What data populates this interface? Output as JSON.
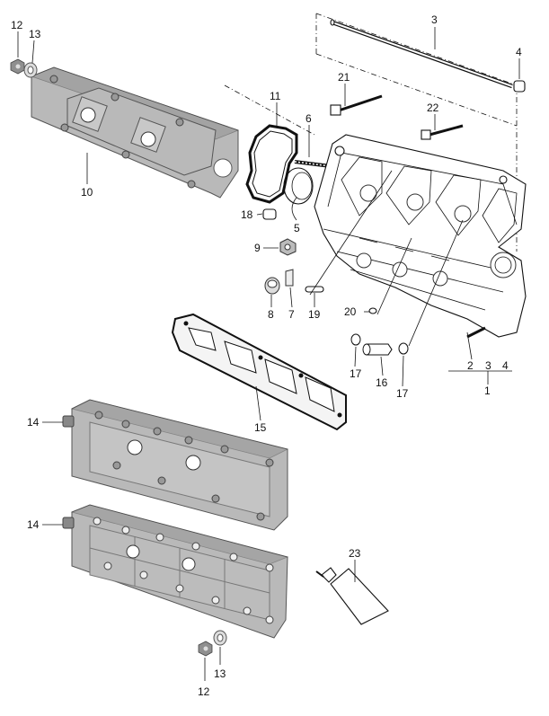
{
  "part_labels": {
    "p1": "1",
    "p2": "2",
    "p3": "3",
    "p3b": "3",
    "p4": "4",
    "p4b": "4",
    "p5": "5",
    "p6": "6",
    "p7": "7",
    "p8": "8",
    "p9": "9",
    "p10": "10",
    "p11": "11",
    "p12_top": "12",
    "p12_bottom": "12",
    "p13_top": "13",
    "p13_bottom": "13",
    "p14_upper": "14",
    "p14_lower": "14",
    "p15": "15",
    "p16": "16",
    "p17_left": "17",
    "p17_right": "17",
    "p18": "18",
    "p19": "19",
    "p20": "20",
    "p21": "21",
    "p22": "22",
    "p23": "23"
  }
}
